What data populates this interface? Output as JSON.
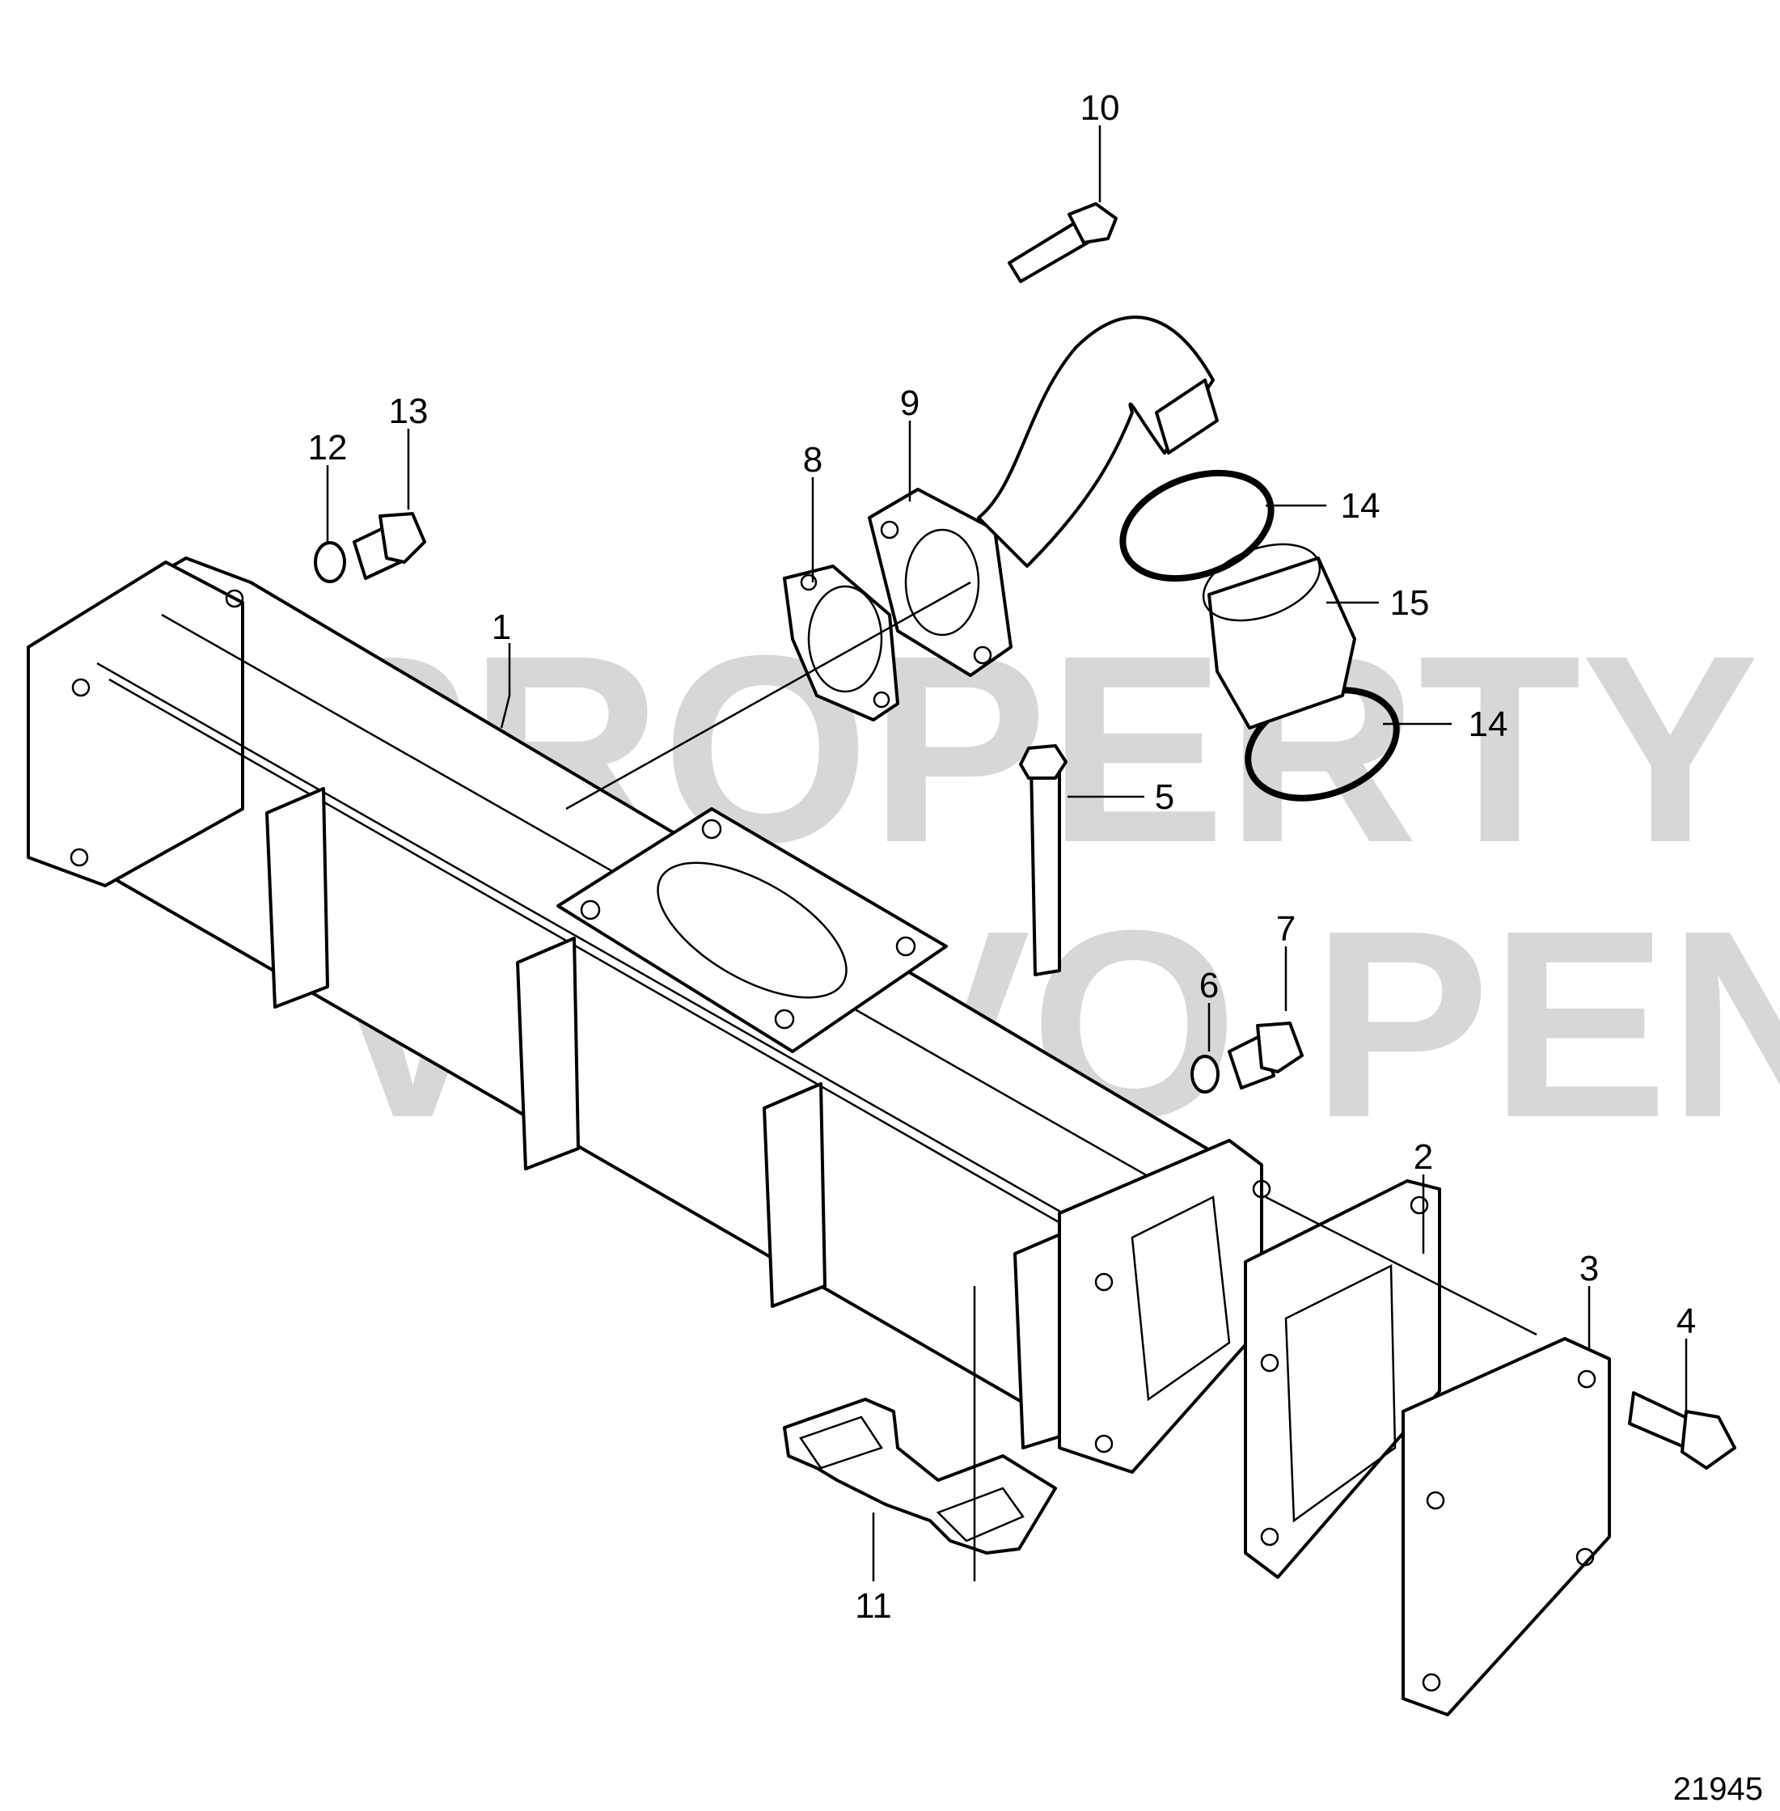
{
  "figure_number": "21945",
  "watermark": [
    "PROPERTY OF",
    "VOLVO PENTA"
  ],
  "callouts": [
    "1",
    "2",
    "3",
    "4",
    "5",
    "6",
    "7",
    "8",
    "9",
    "10",
    "11",
    "12",
    "13",
    "14",
    "14",
    "15"
  ],
  "colors": {
    "line": "#000000",
    "background": "#ffffff",
    "watermark": "#b8b8b8"
  }
}
